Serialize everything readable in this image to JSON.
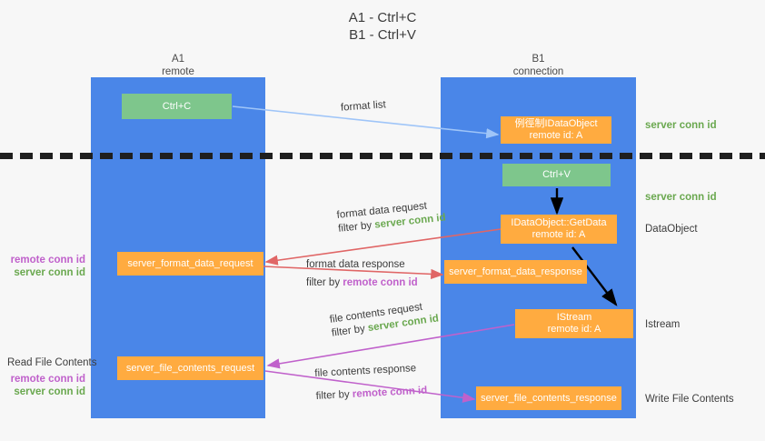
{
  "title": {
    "line1": "A1 - Ctrl+C",
    "line2": "B1 - Ctrl+V"
  },
  "columns": [
    {
      "name": "A1",
      "sub": "remote"
    },
    {
      "name": "B1",
      "sub": "connection"
    }
  ],
  "colors": {
    "lane": "#4a86e8",
    "green_box": "#7ec68c",
    "orange_box": "#ffab40",
    "server_conn_id": "#6aa84f",
    "remote_conn_id": "#c061cb",
    "arrow_blue": "#9fc5f8",
    "arrow_red": "#e06666",
    "arrow_magenta": "#c061cb",
    "arrow_black": "#000000",
    "text": "#3c3c3c"
  },
  "boxes": {
    "ctrl_c": {
      "label": "Ctrl+C"
    },
    "ctrl_v": {
      "label": "Ctrl+V"
    },
    "idataobject": {
      "line1": "例徑制IDataObject",
      "line2": "remote id: A"
    },
    "getdata": {
      "line1": "IDataObject::GetData",
      "line2": "remote id: A"
    },
    "istream": {
      "line1": "IStream",
      "line2": "remote id: A"
    },
    "server_format_data_request": {
      "label": "server_format_data_request"
    },
    "server_format_data_response": {
      "label": "server_format_data_response"
    },
    "server_file_contents_request": {
      "label": "server_file_contents_request"
    },
    "server_file_contents_response": {
      "label": "server_file_contents_response"
    }
  },
  "right_labels": [
    {
      "text": "server conn id",
      "color": "green"
    },
    {
      "text": "server conn id",
      "color": "green"
    },
    {
      "text": "DataObject",
      "color": "dark"
    },
    {
      "text": "Istream",
      "color": "dark"
    },
    {
      "text": "Write File Contents",
      "color": "dark"
    }
  ],
  "left_labels": {
    "group1": [
      {
        "text": "remote conn id",
        "color": "purple"
      },
      {
        "text": "server conn id",
        "color": "green"
      }
    ],
    "read_file_contents": "Read File Contents",
    "group2": [
      {
        "text": "remote conn id",
        "color": "purple"
      },
      {
        "text": "server conn id",
        "color": "green"
      }
    ]
  },
  "annotations": {
    "format_list": "format list",
    "format_data_request": {
      "line1": "format data request",
      "filter_prefix": "filter by ",
      "filter_value": "server conn id",
      "filter_color": "green"
    },
    "format_data_response": {
      "line1": "format data response",
      "filter_prefix": "filter by ",
      "filter_value": "remote conn id",
      "filter_color": "purple"
    },
    "file_contents_request": {
      "line1": "file contents request",
      "filter_prefix": "filter by ",
      "filter_value": "server conn id",
      "filter_color": "green"
    },
    "file_contents_response": {
      "line1": "file contents response",
      "filter_prefix": "filter by ",
      "filter_value": "remote conn id",
      "filter_color": "purple"
    }
  }
}
